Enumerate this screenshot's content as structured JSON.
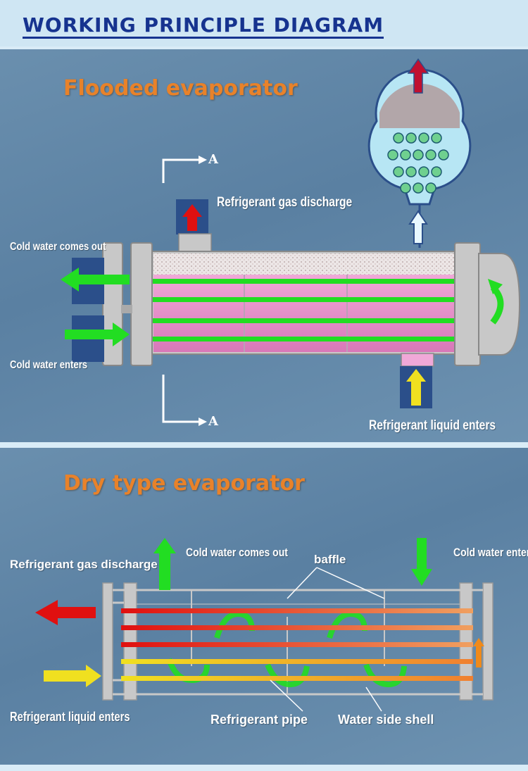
{
  "header": {
    "title": "WORKING PRINCIPLE DIAGRAM"
  },
  "flooded": {
    "title": "Flooded evaporator",
    "labels": {
      "gas_discharge": "Refrigerant gas discharge",
      "cold_out": "Cold water comes out",
      "cold_in": "Cold water enters",
      "liquid_in": "Refrigerant liquid enters",
      "section_mark_top": "A",
      "section_mark_bottom": "A"
    }
  },
  "dry": {
    "title": "Dry type evaporator",
    "labels": {
      "gas_discharge": "Refrigerant gas discharge",
      "cold_out": "Cold water comes out",
      "cold_in": "Cold water enters",
      "baffle": "baffle",
      "liquid_in": "Refrigerant liquid enters",
      "pipe": "Refrigerant pipe",
      "shell": "Water side shell"
    }
  },
  "colors": {
    "header_text": "#16338f",
    "section_title": "#e8822a",
    "water_arrow": "#22dd22",
    "gas_arrow": "#e01010",
    "liquid_arrow": "#f0e020",
    "shell": "#c8c8c8",
    "refrigerant_liquid": "#e890c8"
  }
}
